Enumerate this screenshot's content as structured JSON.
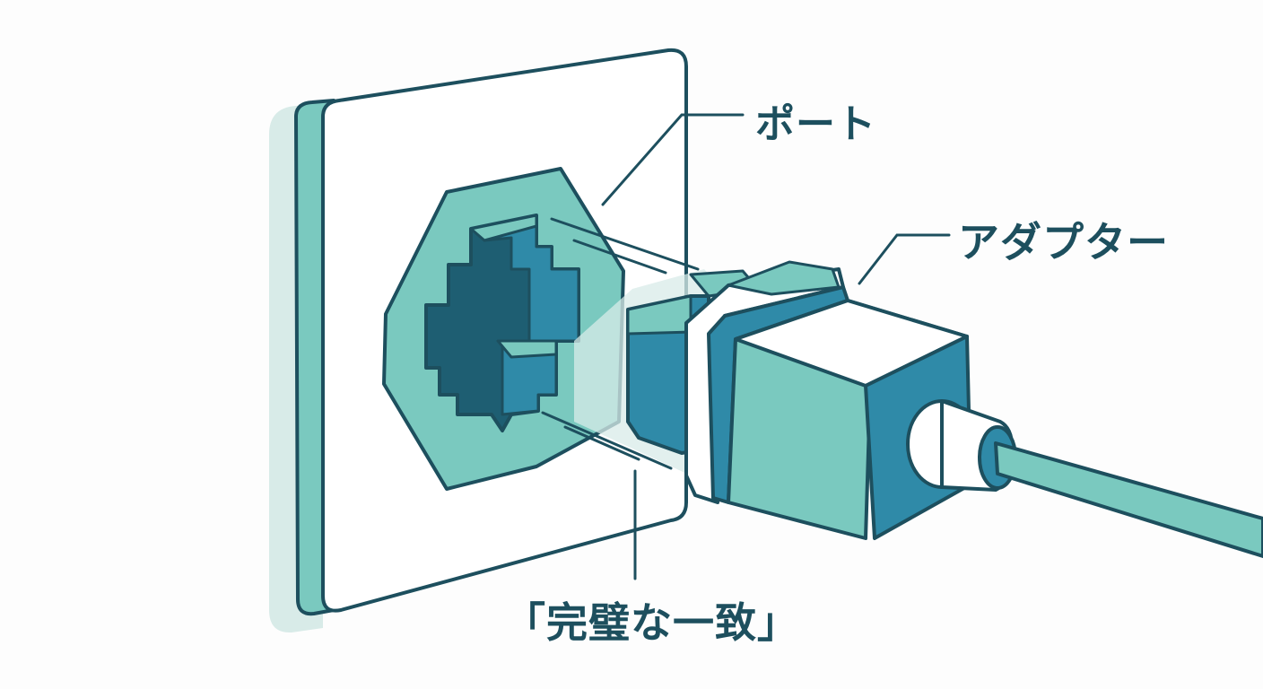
{
  "labels": {
    "port": "ポート",
    "adapter": "アダプター",
    "perfect_fit": "「完璧な一致」"
  },
  "colors": {
    "outline": "#1d4f5e",
    "teal_light": "#7ac9bf",
    "teal_mid": "#2f8aa8",
    "teal_dark": "#1e5e72",
    "shadow": "#d8ebe8",
    "white": "#ffffff"
  }
}
